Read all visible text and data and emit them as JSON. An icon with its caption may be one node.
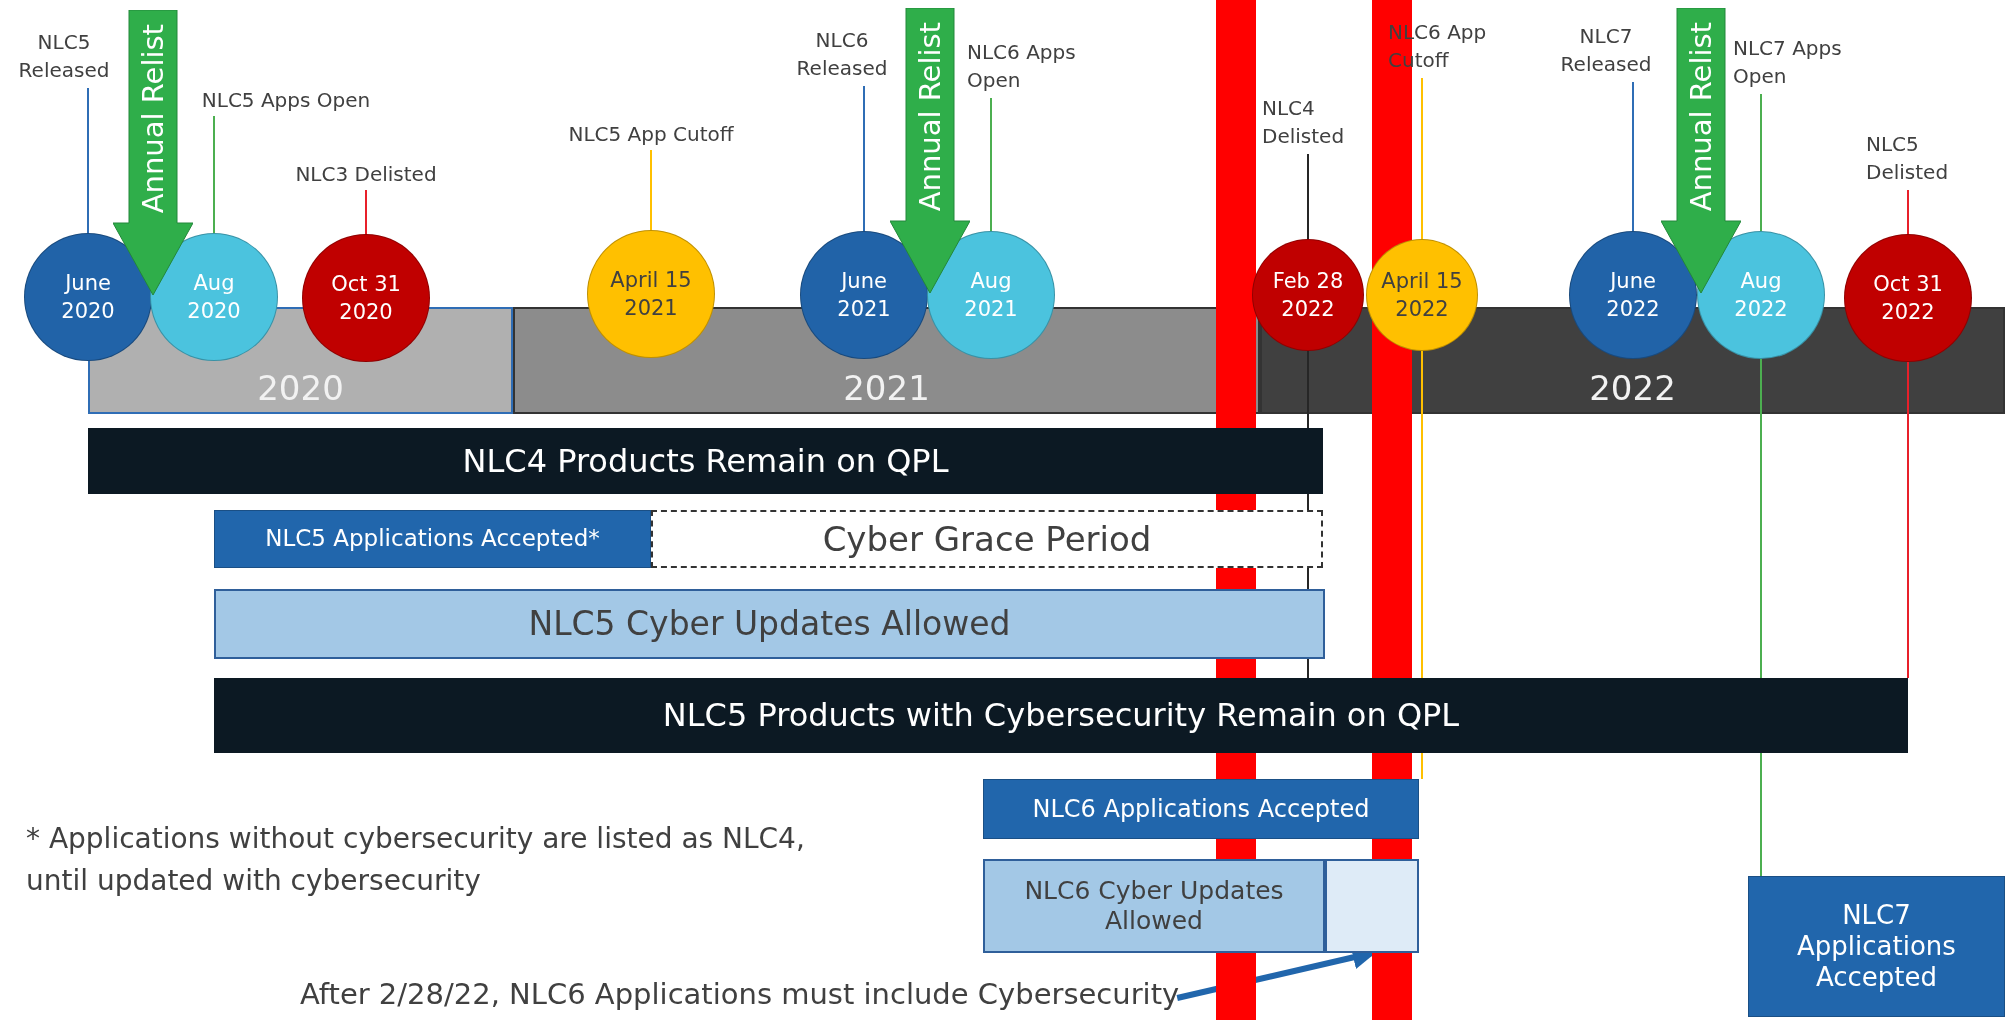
{
  "diagram": {
    "nodes": [
      {
        "text": [
          "NLC5 Released"
        ]
      },
      {
        "text": [
          "Annual Relist"
        ]
      },
      {
        "text": [
          "NLC5 Apps Open"
        ]
      },
      {
        "text": [
          "NLC3 Delisted"
        ]
      },
      {
        "text": [
          "NLC5 App Cutoff"
        ]
      },
      {
        "text": [
          "NLC6 Released"
        ]
      },
      {
        "text": [
          "Annual Relist"
        ]
      },
      {
        "text": [
          "NLC6 Apps Open"
        ]
      },
      {
        "text": [
          "NLC4 Delisted"
        ]
      },
      {
        "text": [
          "NLC6 App Cutoff"
        ]
      },
      {
        "text": [
          "NLC7 Released"
        ]
      },
      {
        "text": [
          "Annual Relist"
        ]
      },
      {
        "text": [
          "NLC7 Apps Open"
        ]
      },
      {
        "text": [
          "NLC5 Delisted"
        ]
      },
      {
        "text": [
          "June 2020"
        ]
      },
      {
        "text": [
          "Aug 2020"
        ]
      },
      {
        "text": [
          "Oct 31 2020"
        ]
      },
      {
        "text": [
          "April 15 2021"
        ]
      },
      {
        "text": [
          "June 2021"
        ]
      },
      {
        "text": [
          "Aug 2021"
        ]
      },
      {
        "text": [
          "Feb 28 2022"
        ]
      },
      {
        "text": [
          "April 15 2022"
        ]
      },
      {
        "text": [
          "June 2022"
        ]
      },
      {
        "text": [
          "Aug 2022"
        ]
      },
      {
        "text": [
          "Oct 31 2022"
        ]
      },
      {
        "text": [
          "2020"
        ]
      },
      {
        "text": [
          "2021"
        ]
      },
      {
        "text": [
          "2022"
        ]
      },
      {
        "text": [
          "NLC4 Products Remain on QPL"
        ]
      },
      {
        "text": [
          "NLC5 Applications Accepted*"
        ]
      },
      {
        "text": [
          "Cyber Grace Period"
        ]
      },
      {
        "text": [
          "NLC5 Cyber Updates Allowed"
        ]
      },
      {
        "text": [
          "NLC5 Products with Cybersecurity Remain on QPL"
        ]
      },
      {
        "text": [
          "NLC6 Applications Accepted"
        ]
      },
      {
        "text": [
          "NLC6 Cyber Updates Allowed"
        ]
      },
      {
        "text": [],
        "shape": "box"
      },
      {
        "text": [
          "NLC7 Applications Accepted"
        ]
      },
      {
        "text": [
          "After 2/28/22, NLC6 Applications must include Cybersecurity"
        ]
      }
    ],
    "edges": [
      {
        "from": 0,
        "to": 14,
        "arrow": "none",
        "color": "#2f6db5"
      },
      {
        "from": 2,
        "to": 15,
        "arrow": "none",
        "color": "#4caf50"
      },
      {
        "from": 3,
        "to": 16,
        "arrow": "none",
        "color": "#e8202a"
      },
      {
        "from": 4,
        "to": 17,
        "arrow": "none",
        "color": "#ffc000"
      },
      {
        "from": 5,
        "to": 18,
        "arrow": "none",
        "color": "#2f6db5"
      },
      {
        "from": 7,
        "to": 19,
        "arrow": "none",
        "color": "#4caf50"
      },
      {
        "from": 8,
        "to": 20,
        "arrow": "none",
        "color": "#262626"
      },
      {
        "from": 9,
        "to": 21,
        "arrow": "none",
        "color": "#ffc000"
      },
      {
        "from": 10,
        "to": 22,
        "arrow": "none",
        "color": "#2f6db5"
      },
      {
        "from": 12,
        "to": 23,
        "arrow": "none",
        "color": "#4caf50"
      },
      {
        "from": 13,
        "to": 24,
        "arrow": "none",
        "color": "#e8202a"
      },
      {
        "from": 20,
        "to": 32,
        "arrow": "none",
        "color": "#262626"
      },
      {
        "from": 21,
        "to": 33,
        "arrow": "none",
        "color": "#ffc000"
      },
      {
        "from": 23,
        "to": 36,
        "arrow": "none",
        "color": "#4caf50"
      },
      {
        "from": 24,
        "to": 32,
        "arrow": "none",
        "color": "#e8202a"
      },
      {
        "from": 37,
        "to": 35,
        "arrow": "to",
        "style": "thick",
        "color": "#2166ac"
      }
    ],
    "labels": [
      "* Applications without cybersecurity are listed as NLC4, until updated with cybersecurity"
    ]
  }
}
